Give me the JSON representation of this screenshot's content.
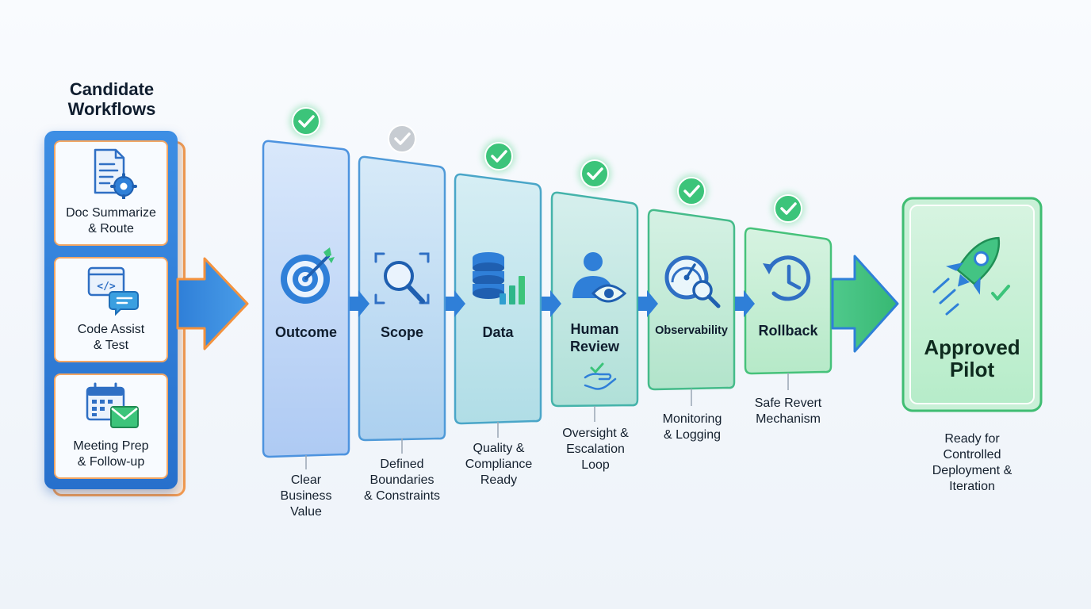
{
  "candidates": {
    "title_line1": "Candidate",
    "title_line2": "Workflows",
    "items": [
      {
        "line1": "Doc Summarize",
        "line2": "& Route",
        "icon": "document-gear-icon"
      },
      {
        "line1": "Code Assist",
        "line2": "& Test",
        "icon": "code-window-chat-icon"
      },
      {
        "line1": "Meeting Prep",
        "line2": "& Follow-up",
        "icon": "calendar-envelope-icon"
      }
    ]
  },
  "stages": [
    {
      "name": [
        "Outcome"
      ],
      "desc": [
        "Clear",
        "Business",
        "Value"
      ],
      "check": "passed",
      "icon": "target-arrow-icon"
    },
    {
      "name": [
        "Scope"
      ],
      "desc": [
        "Defined",
        "Boundaries",
        "& Constraints"
      ],
      "check": "pending",
      "icon": "magnifier-frame-icon"
    },
    {
      "name": [
        "Data"
      ],
      "desc": [
        "Quality &",
        "Compliance",
        "Ready"
      ],
      "check": "passed",
      "icon": "database-chart-icon"
    },
    {
      "name": [
        "Human",
        "Review"
      ],
      "desc": [
        "Oversight &",
        "Escalation",
        "Loop"
      ],
      "check": "passed",
      "icon": "person-eye-icon"
    },
    {
      "name": [
        "Observability"
      ],
      "desc": [
        "Monitoring",
        "& Logging"
      ],
      "check": "passed",
      "icon": "gauge-magnifier-icon"
    },
    {
      "name": [
        "Rollback"
      ],
      "desc": [
        "Safe Revert",
        "Mechanism"
      ],
      "check": "passed",
      "icon": "clock-rewind-icon"
    }
  ],
  "pilot": {
    "title_line1": "Approved",
    "title_line2": "Pilot",
    "desc": [
      "Ready for",
      "Controlled",
      "Deployment &",
      "Iteration"
    ],
    "icon": "rocket-check-icon"
  },
  "colors": {
    "blue": "#2f80d8",
    "orange": "#f3923e",
    "green": "#3cc47a",
    "gray_check": "#c7ccd2"
  }
}
